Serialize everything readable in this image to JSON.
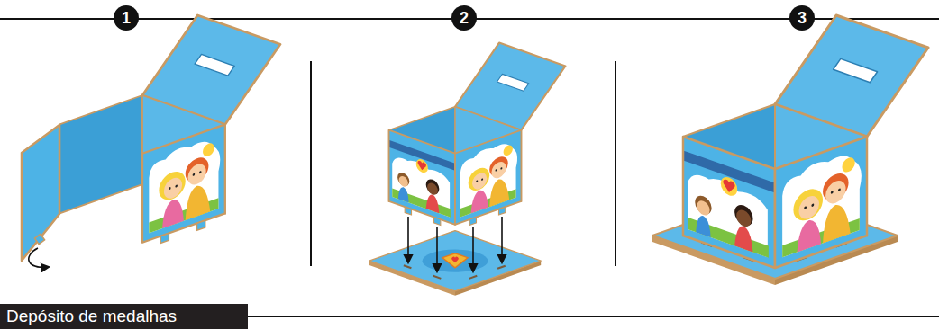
{
  "diagram": {
    "nodes": [
      {
        "text": [
          "1"
        ]
      },
      {
        "text": [
          "2"
        ]
      },
      {
        "text": [
          "3"
        ]
      },
      {
        "text": [
          "Depósito de medalhas"
        ]
      }
    ]
  }
}
